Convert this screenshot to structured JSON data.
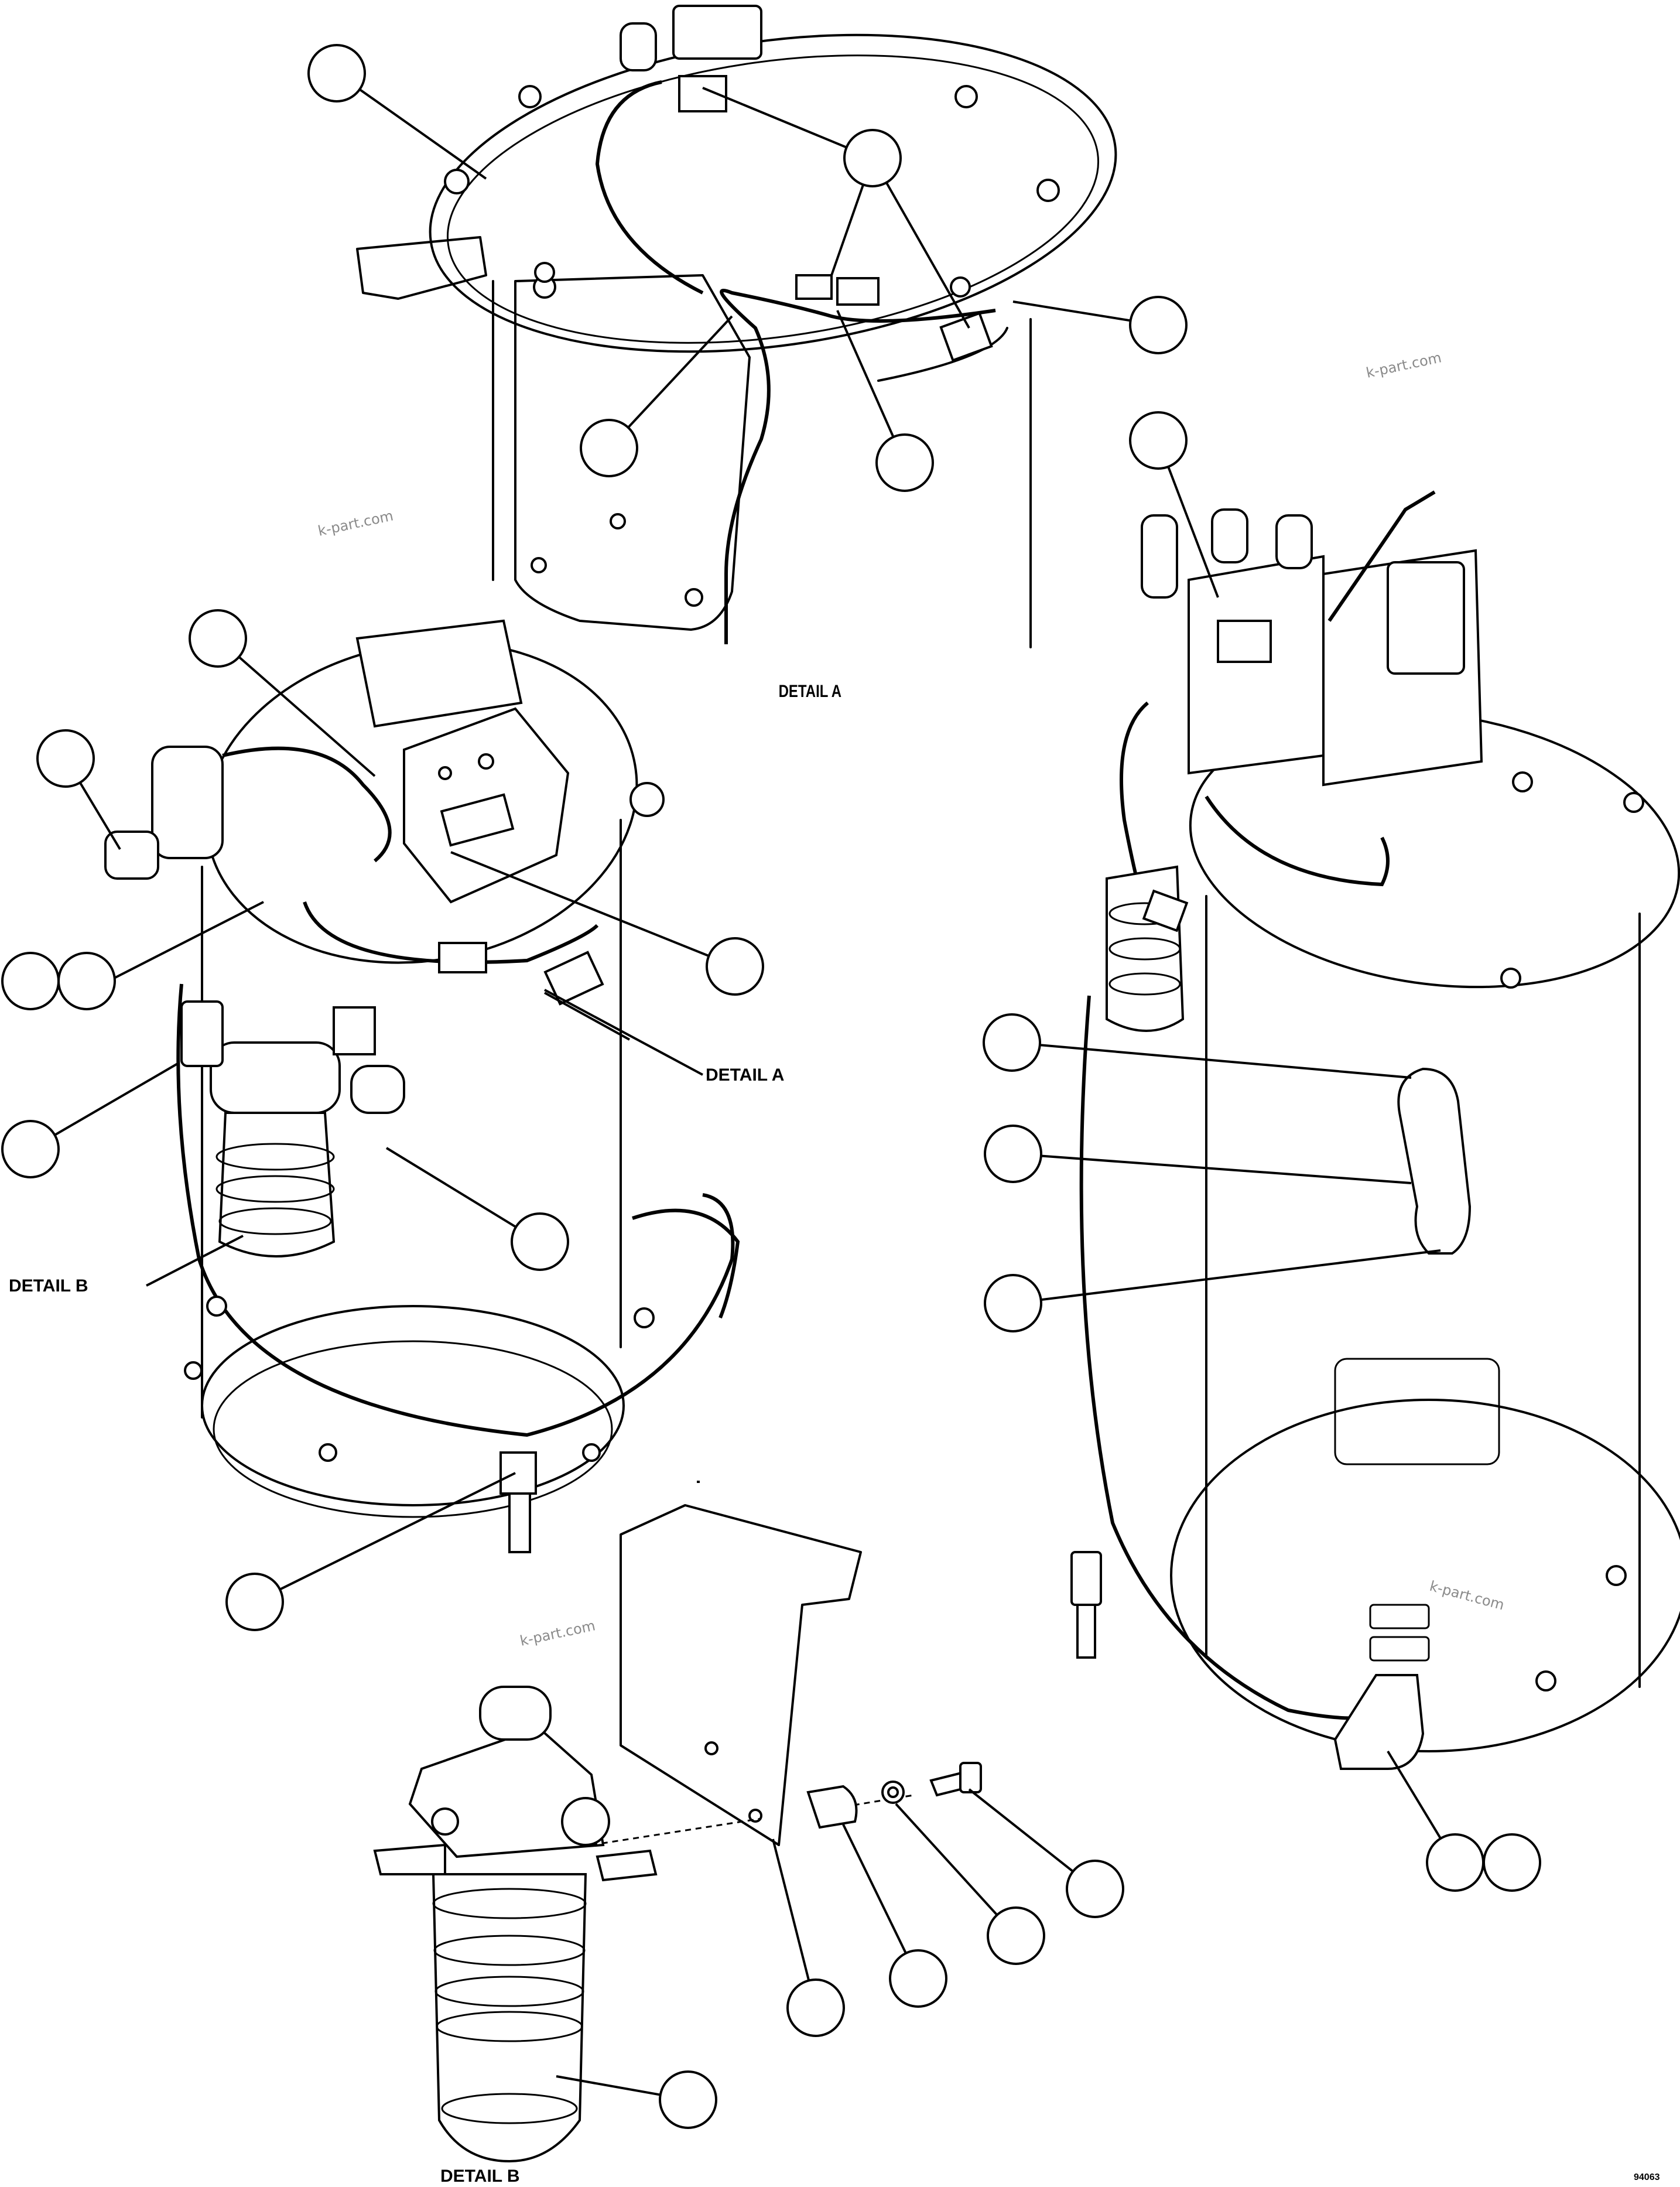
{
  "labels": {
    "detail_a_top": "DETAIL A",
    "detail_a_left": "DETAIL A",
    "detail_b_left": "DETAIL B",
    "detail_b_bottom": "DETAIL B",
    "drawing_number": "94063"
  },
  "watermarks": [
    "k-part.com",
    "k-part.com",
    "k-part.com",
    "k-part.com"
  ],
  "callout_count": 24
}
